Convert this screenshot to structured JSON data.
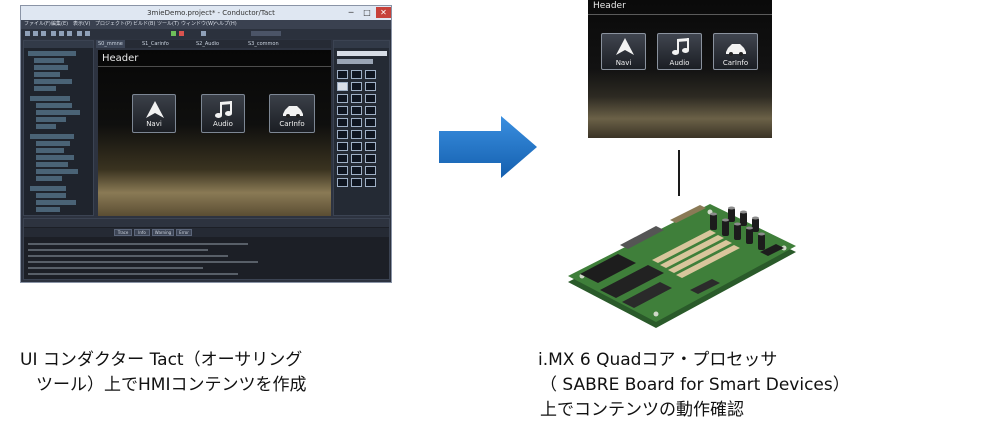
{
  "tool": {
    "window_title": "3mieDemo.project* - Conductor/Tact",
    "win_minimize": "─",
    "win_maximize": "□",
    "win_close": "✕",
    "menu": [
      "ファイル(F)",
      "編集(E)",
      "表示(V)",
      "プロジェクト(P)",
      "ビルド(B)",
      "ツール(T)",
      "ウィンドウ(W)",
      "ヘルプ(H)"
    ],
    "doc_tabs": [
      "S0_mmne",
      "S1_Carinfo",
      "S2_Audio",
      "S3_common"
    ],
    "canvas": {
      "header": "Header",
      "buttons": [
        {
          "label": "Navi",
          "icon": "navi-arrow-icon"
        },
        {
          "label": "Audio",
          "icon": "music-note-icon"
        },
        {
          "label": "CarInfo",
          "icon": "car-icon"
        }
      ]
    },
    "output_filters": [
      "Trace",
      "Info",
      "Warning",
      "Error"
    ]
  },
  "device": {
    "header": "Header",
    "buttons": [
      {
        "label": "Navi",
        "icon": "navi-arrow-icon"
      },
      {
        "label": "Audio",
        "icon": "music-note-icon"
      },
      {
        "label": "CarInfo",
        "icon": "car-icon"
      }
    ]
  },
  "captions": {
    "left_line1": "UI コンダクター Tact（オーサリング",
    "left_line2": "ツール）上でHMIコンテンツを作成",
    "right_line1": "i.MX 6 Quadコア・プロセッサ",
    "right_line2": "（ SABRE Board for Smart Devices）",
    "right_line3": "上でコンテンツの動作確認"
  },
  "colors": {
    "arrow": "#1f74c8",
    "board": "#3f7f3a",
    "tool_background": "#2d3340"
  }
}
